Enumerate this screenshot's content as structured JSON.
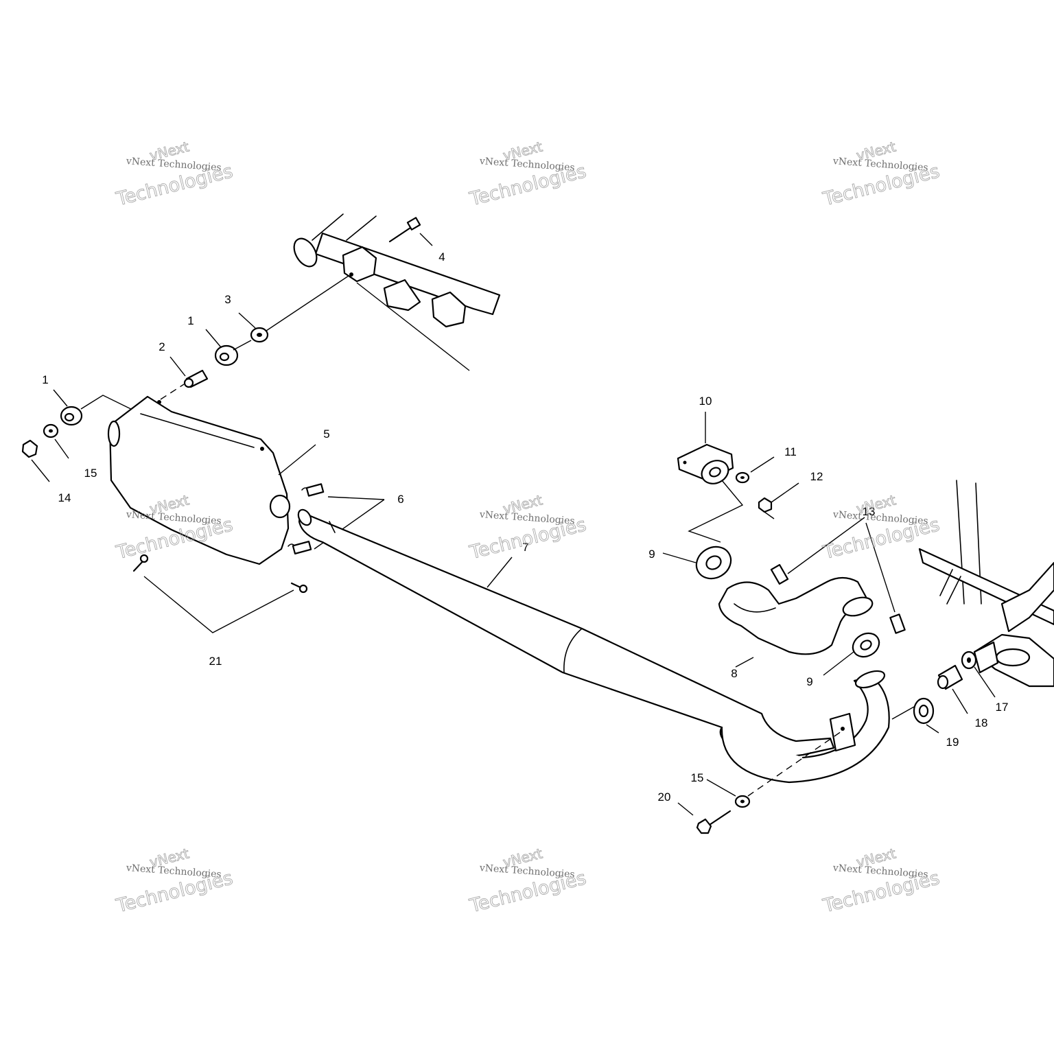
{
  "diagram": {
    "callouts": [
      {
        "id": "c1a",
        "label": "1"
      },
      {
        "id": "c1b",
        "label": "1"
      },
      {
        "id": "c2",
        "label": "2"
      },
      {
        "id": "c3",
        "label": "3"
      },
      {
        "id": "c4",
        "label": "4"
      },
      {
        "id": "c5",
        "label": "5"
      },
      {
        "id": "c6",
        "label": "6"
      },
      {
        "id": "c7",
        "label": "7"
      },
      {
        "id": "c8",
        "label": "8"
      },
      {
        "id": "c9a",
        "label": "9"
      },
      {
        "id": "c9b",
        "label": "9"
      },
      {
        "id": "c10",
        "label": "10"
      },
      {
        "id": "c11",
        "label": "11"
      },
      {
        "id": "c12",
        "label": "12"
      },
      {
        "id": "c13",
        "label": "13"
      },
      {
        "id": "c14",
        "label": "14"
      },
      {
        "id": "c15a",
        "label": "15"
      },
      {
        "id": "c15b",
        "label": "15"
      },
      {
        "id": "c17",
        "label": "17"
      },
      {
        "id": "c18",
        "label": "18"
      },
      {
        "id": "c19",
        "label": "19"
      },
      {
        "id": "c20",
        "label": "20"
      },
      {
        "id": "c21",
        "label": "21"
      }
    ]
  },
  "watermark": {
    "line1": "vNext",
    "line2": "vNext Technologies",
    "line3": "Technologies"
  }
}
